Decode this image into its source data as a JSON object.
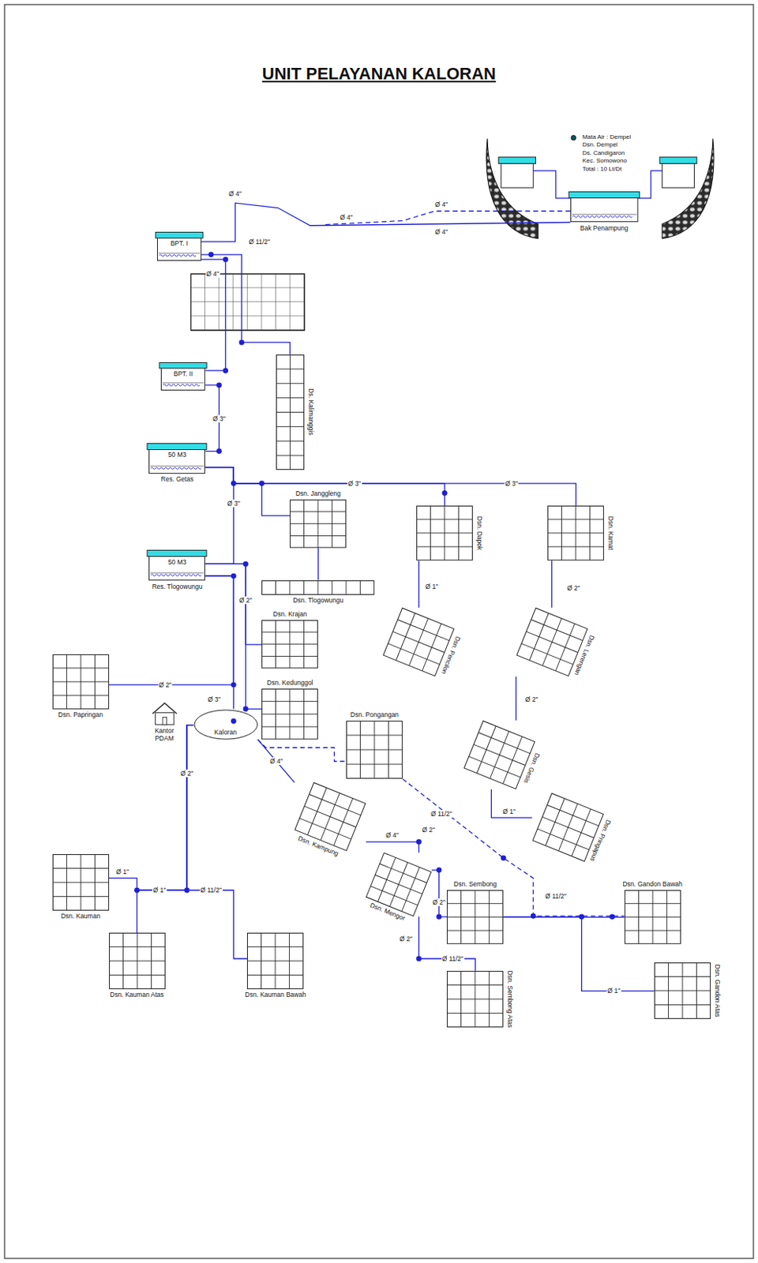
{
  "diagram": {
    "title": "UNIT PELAYANAN KALORAN",
    "nodes": [
      {
        "text": [
          "Bak Penampung"
        ]
      },
      {
        "text": [
          "BPT. I"
        ]
      },
      {
        "text": [
          "BPT. II"
        ]
      },
      {
        "text": [
          "50 M3",
          "Res. Getas"
        ]
      },
      {
        "text": [
          "50 M3",
          "Res. Tlogowungu"
        ]
      },
      {
        "text": [
          "Ds. Kalimanggis"
        ]
      },
      {
        "text": [
          "Dsn. Janggleng"
        ]
      },
      {
        "text": [
          "Dsn. Tlogowungu"
        ]
      },
      {
        "text": [
          "Dsn. Dapok"
        ]
      },
      {
        "text": [
          "Dsn. Kamat"
        ]
      },
      {
        "text": [
          "Dsn. Krajan"
        ]
      },
      {
        "text": [
          "Dsn. Kedunggol"
        ]
      },
      {
        "text": [
          "Dsn. Papringan"
        ]
      },
      {
        "text": [
          "Kantor PDAM"
        ]
      },
      {
        "text": [
          "Kaloran"
        ]
      },
      {
        "text": [
          "Dsn. Pongangan"
        ]
      },
      {
        "text": [
          "Dsn. Pencilon"
        ]
      },
      {
        "text": [
          "Dsn. Lerengan"
        ]
      },
      {
        "text": [
          "Dsn. Gesis"
        ]
      },
      {
        "text": [
          "Dsn. Pringapus"
        ]
      },
      {
        "text": [
          "Dsn. Kampung"
        ]
      },
      {
        "text": [
          "Dsn. Mengor"
        ]
      },
      {
        "text": [
          "Dsn. Kauman"
        ]
      },
      {
        "text": [
          "Dsn. Kauman Atas"
        ]
      },
      {
        "text": [
          "Dsn. Kauman Bawah"
        ]
      },
      {
        "text": [
          "Dsn. Sembong"
        ]
      },
      {
        "text": [
          "Dsn. Sembong Atas"
        ]
      },
      {
        "text": [
          "Dsn. Gandon Bawah"
        ]
      },
      {
        "text": [
          "Dsn. Gandon Atas"
        ]
      }
    ],
    "edges": [
      {
        "from": 0,
        "to": 1,
        "arrow": "none",
        "label": "Ø 4\""
      },
      {
        "from": 1,
        "to": 5,
        "arrow": "none",
        "label": "Ø 11/2\""
      },
      {
        "from": 1,
        "to": 2,
        "arrow": "none",
        "label": "Ø 4\""
      },
      {
        "from": 2,
        "to": 3,
        "arrow": "none",
        "label": "Ø 3\""
      },
      {
        "from": 3,
        "to": 6,
        "arrow": "none"
      },
      {
        "from": 3,
        "to": 8,
        "arrow": "none",
        "label": "Ø 3\""
      },
      {
        "from": 3,
        "to": 9,
        "arrow": "none",
        "label": "Ø 3\""
      },
      {
        "from": 3,
        "to": 4,
        "arrow": "none"
      },
      {
        "from": 6,
        "to": 7,
        "arrow": "none"
      },
      {
        "from": 8,
        "to": 16,
        "arrow": "none",
        "label": "Ø 1\""
      },
      {
        "from": 9,
        "to": 17,
        "arrow": "none",
        "label": "Ø 2\""
      },
      {
        "from": 17,
        "to": 18,
        "arrow": "none",
        "label": "Ø 2\""
      },
      {
        "from": 18,
        "to": 19,
        "arrow": "none",
        "label": "Ø 1\""
      },
      {
        "from": 4,
        "to": 10,
        "arrow": "none",
        "label": "Ø 2\""
      },
      {
        "from": 4,
        "to": 11,
        "arrow": "none"
      },
      {
        "from": 4,
        "to": 14,
        "arrow": "none"
      },
      {
        "from": 4,
        "to": 12,
        "arrow": "none",
        "label": "Ø 2\""
      },
      {
        "from": 14,
        "to": 15,
        "arrow": "none"
      },
      {
        "from": 15,
        "to": 27,
        "arrow": "none",
        "label": "Ø 11/2\""
      },
      {
        "from": 14,
        "to": 20,
        "arrow": "none",
        "label": "Ø 4\""
      },
      {
        "from": 20,
        "to": 21,
        "arrow": "none",
        "label": "Ø 4\""
      },
      {
        "from": 21,
        "to": 25,
        "arrow": "none",
        "label": "Ø 2\""
      },
      {
        "from": 21,
        "to": 26,
        "arrow": "none",
        "label": "Ø 11/2\""
      },
      {
        "from": 25,
        "to": 27,
        "arrow": "none"
      },
      {
        "from": 25,
        "to": 28,
        "arrow": "none",
        "label": "Ø 1\""
      },
      {
        "from": 14,
        "to": 22,
        "arrow": "none",
        "label": "Ø 2\""
      },
      {
        "from": 14,
        "to": 23,
        "arrow": "none",
        "label": "Ø 1\""
      },
      {
        "from": 14,
        "to": 24,
        "arrow": "none",
        "label": "Ø 11/2\""
      }
    ],
    "labels": [
      "Mata Air : Dempel",
      "Dsn. Dempel",
      "Ds. Candigaron",
      "Kec. Somowono",
      "Total : 10 Lt/Dt",
      "Ø 4\"",
      "Ø 4\"",
      "Ø 4\"",
      "Ø 3\"",
      "Ø 3\"",
      "Ø 2\"",
      "Ø 2\"",
      "Ø 1\"",
      "Ø 11/2\""
    ]
  }
}
